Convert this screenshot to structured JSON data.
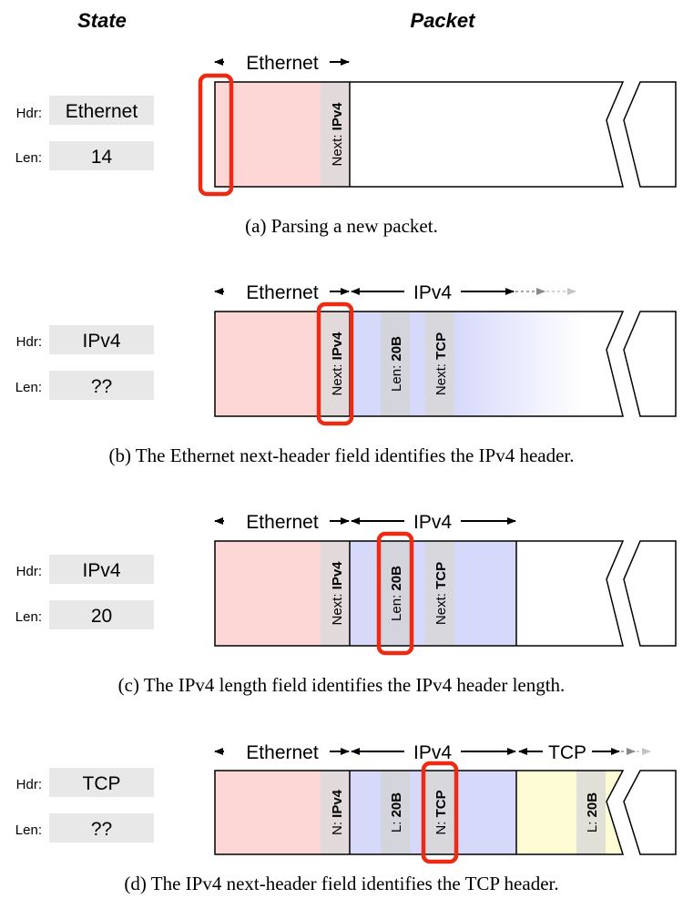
{
  "columns": {
    "state": "State",
    "packet": "Packet"
  },
  "field_labels": {
    "hdr": "Hdr:",
    "len": "Len:"
  },
  "colors": {
    "ethernet": "#fdd6d6",
    "ipv4": "#d6d9fa",
    "tcp": "#fdfcd4",
    "field": "#e2dada",
    "field_gray": "#dcdcdc",
    "state_box": "#e8e8e8",
    "highlight": "#ee2a12"
  },
  "panels": [
    {
      "caption": "(a) Parsing a new packet.",
      "state": {
        "hdr": "Ethernet",
        "len": "14"
      },
      "headers": {
        "ethernet": "Ethernet"
      },
      "fields": {
        "eth_next_prefix": "Next: ",
        "eth_next_value": "IPv4"
      }
    },
    {
      "caption": "(b) The Ethernet next-header field identifies the IPv4 header.",
      "state": {
        "hdr": "IPv4",
        "len": "??"
      },
      "headers": {
        "ethernet": "Ethernet",
        "ipv4": "IPv4"
      },
      "fields": {
        "eth_next_prefix": "Next: ",
        "eth_next_value": "IPv4",
        "ip_len_prefix": "Len: ",
        "ip_len_value": "20B",
        "ip_next_prefix": "Next: ",
        "ip_next_value": "TCP"
      }
    },
    {
      "caption": "(c) The IPv4 length field identifies the IPv4 header length.",
      "state": {
        "hdr": "IPv4",
        "len": "20"
      },
      "headers": {
        "ethernet": "Ethernet",
        "ipv4": "IPv4"
      },
      "fields": {
        "eth_next_prefix": "Next: ",
        "eth_next_value": "IPv4",
        "ip_len_prefix": "Len: ",
        "ip_len_value": "20B",
        "ip_next_prefix": "Next: ",
        "ip_next_value": "TCP"
      }
    },
    {
      "caption": "(d) The IPv4 next-header field identifies the TCP header.",
      "state": {
        "hdr": "TCP",
        "len": "??"
      },
      "headers": {
        "ethernet": "Ethernet",
        "ipv4": "IPv4",
        "tcp": "TCP"
      },
      "fields": {
        "eth_next_prefix": "N: ",
        "eth_next_value": "IPv4",
        "ip_len_prefix": "L: ",
        "ip_len_value": "20B",
        "ip_next_prefix": "N: ",
        "ip_next_value": "TCP",
        "tcp_len_prefix": "L: ",
        "tcp_len_value": "20B"
      }
    }
  ]
}
